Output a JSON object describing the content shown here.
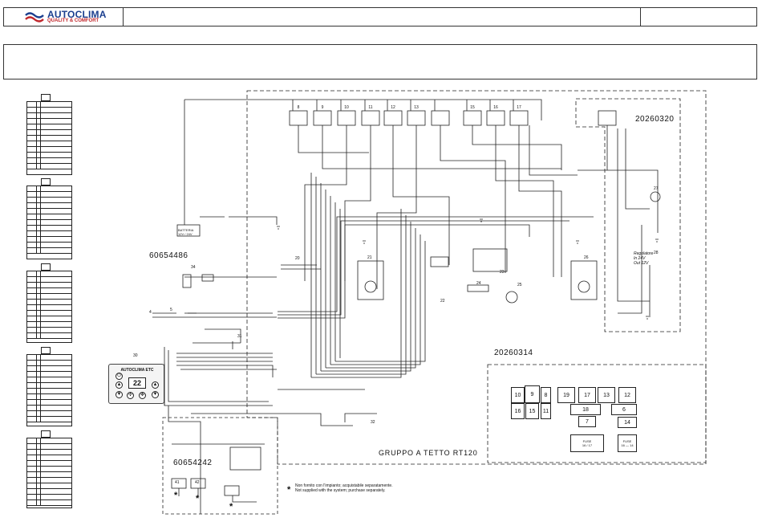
{
  "header": {
    "logo_name": "AUTOCLIMA",
    "logo_tagline": "QUALITY & COMFORT",
    "title": "",
    "page": ""
  },
  "codes": {
    "main_unit": "20260320",
    "fuse_unit": "20260314",
    "harness_a": "60654486",
    "harness_b": "60654242"
  },
  "battery_label": "BATTERIA 12V / 24V",
  "controller": {
    "id": "30",
    "title": "AUTOCLIMA ETC",
    "display": "22"
  },
  "group_label": "GRUPPO A TETTO RT120",
  "notes": {
    "it": "Non fornito con l'impianto; acquistabile separatamente.",
    "en": "Not supplied with the system; purchase separately."
  },
  "relays": [
    "8",
    "9",
    "10",
    "11",
    "12",
    "13",
    "15",
    "16",
    "17"
  ],
  "component_numbers": [
    "4",
    "5",
    "20",
    "21",
    "22",
    "23",
    "24",
    "25",
    "26",
    "27",
    "28",
    "31",
    "32",
    "34",
    "41",
    "42"
  ],
  "fuse_boxes": [
    "10",
    "9",
    "8",
    "19",
    "17",
    "13",
    "12",
    "16",
    "15",
    "11",
    "18",
    "6",
    "7",
    "14"
  ],
  "fuse_labels": [
    {
      "title": "FUSE",
      "sub": "16 / 17"
    },
    {
      "title": "FUSE",
      "sub": "16 — 14"
    }
  ],
  "regulator": {
    "title": "Regolatore",
    "line1": "In 24V",
    "line2": "Out 12V"
  },
  "colors": {
    "brand_blue": "#1b3f8f",
    "brand_red": "#c0262b",
    "wire": "#222222"
  },
  "icons": [
    "logo-mark-icon",
    "motor-icon",
    "fan-icon",
    "relay-icon",
    "ground-icon",
    "star-icon"
  ]
}
